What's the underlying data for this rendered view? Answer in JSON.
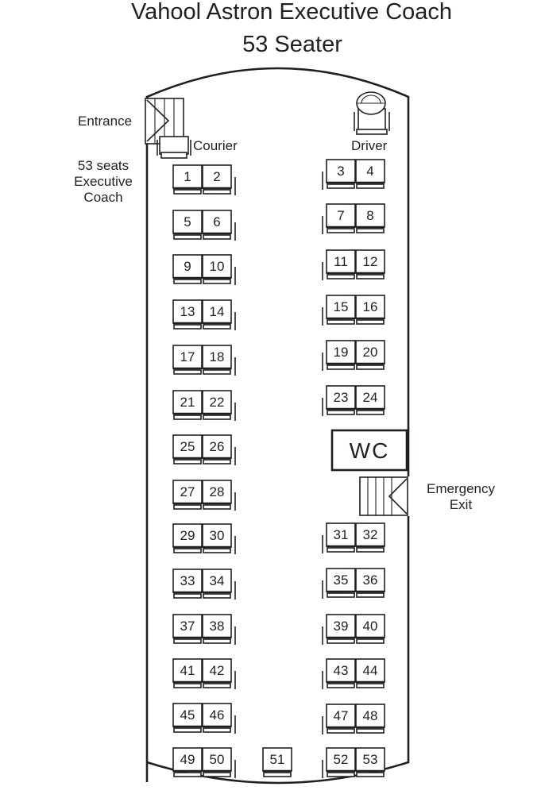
{
  "header": {
    "title_line1": "Vahool Astron Executive Coach",
    "title_line2": "53 Seater"
  },
  "labels": {
    "entrance": "Entrance",
    "courier": "Courier",
    "driver": "Driver",
    "capacity_line1": "53 seats",
    "capacity_line2": "Executive",
    "capacity_line3": "Coach",
    "emergency_line1": "Emergency",
    "emergency_line2": "Exit",
    "wc": "WC"
  },
  "seats": {
    "left_rows": [
      [
        "1",
        "2"
      ],
      [
        "5",
        "6"
      ],
      [
        "9",
        "10"
      ],
      [
        "13",
        "14"
      ],
      [
        "17",
        "18"
      ],
      [
        "21",
        "22"
      ],
      [
        "25",
        "26"
      ],
      [
        "27",
        "28"
      ],
      [
        "29",
        "30"
      ],
      [
        "33",
        "34"
      ],
      [
        "37",
        "38"
      ],
      [
        "41",
        "42"
      ],
      [
        "45",
        "46"
      ],
      [
        "49",
        "50"
      ]
    ],
    "right_rows_front": [
      [
        "3",
        "4"
      ],
      [
        "7",
        "8"
      ],
      [
        "11",
        "12"
      ],
      [
        "15",
        "16"
      ],
      [
        "19",
        "20"
      ],
      [
        "23",
        "24"
      ]
    ],
    "right_rows_rear": [
      [
        "31",
        "32"
      ],
      [
        "35",
        "36"
      ],
      [
        "39",
        "40"
      ],
      [
        "43",
        "44"
      ],
      [
        "47",
        "48"
      ],
      [
        "52",
        "53"
      ]
    ],
    "middle_rear": "51"
  }
}
